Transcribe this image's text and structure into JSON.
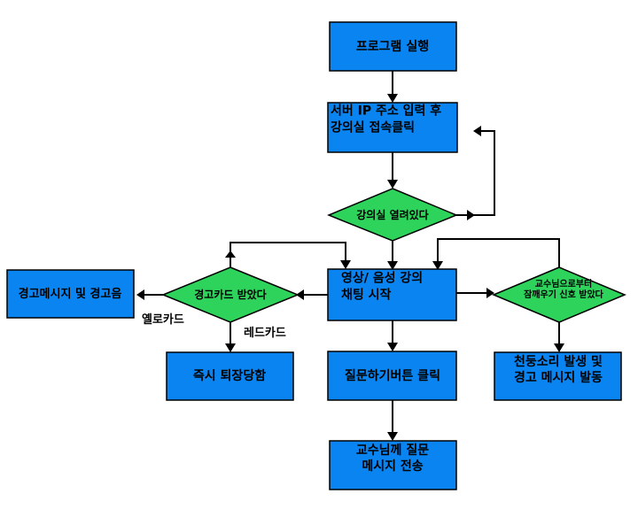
{
  "colors": {
    "process_fill": "#0a84f0",
    "decision_fill": "#2dd35a",
    "stroke": "#000000",
    "text": "#000000"
  },
  "nodes": {
    "run_program": {
      "lines": [
        "프로그램 실행"
      ]
    },
    "enter_server": {
      "lines": [
        "서버 IP 주소 입력 후",
        "강의실 접속클릭"
      ]
    },
    "is_room_open": {
      "lines": [
        "강의실 열려있다"
      ]
    },
    "video_audio_chat": {
      "lines": [
        "영상/ 음성 강의",
        "채팅 시작"
      ]
    },
    "warning_card": {
      "lines": [
        "경고카드 받았다"
      ]
    },
    "warning_message": {
      "lines": [
        "경고메시지 및 경고음"
      ]
    },
    "immediate_expel": {
      "lines": [
        "즉시 퇴장당함"
      ]
    },
    "question_button": {
      "lines": [
        "질문하기버튼 클릭"
      ]
    },
    "send_question": {
      "lines": [
        "교수님께 질문",
        "메시지 전송"
      ]
    },
    "wake_signal": {
      "lines": [
        "교수님으로부터",
        "잠깨우기 신호 받았다"
      ]
    },
    "thunder_warning": {
      "lines": [
        "천둥소리 발생 및",
        "경고 메시지 발동"
      ]
    }
  },
  "edge_labels": {
    "yellow_card": "옐로카드",
    "red_card": "레드카드"
  }
}
